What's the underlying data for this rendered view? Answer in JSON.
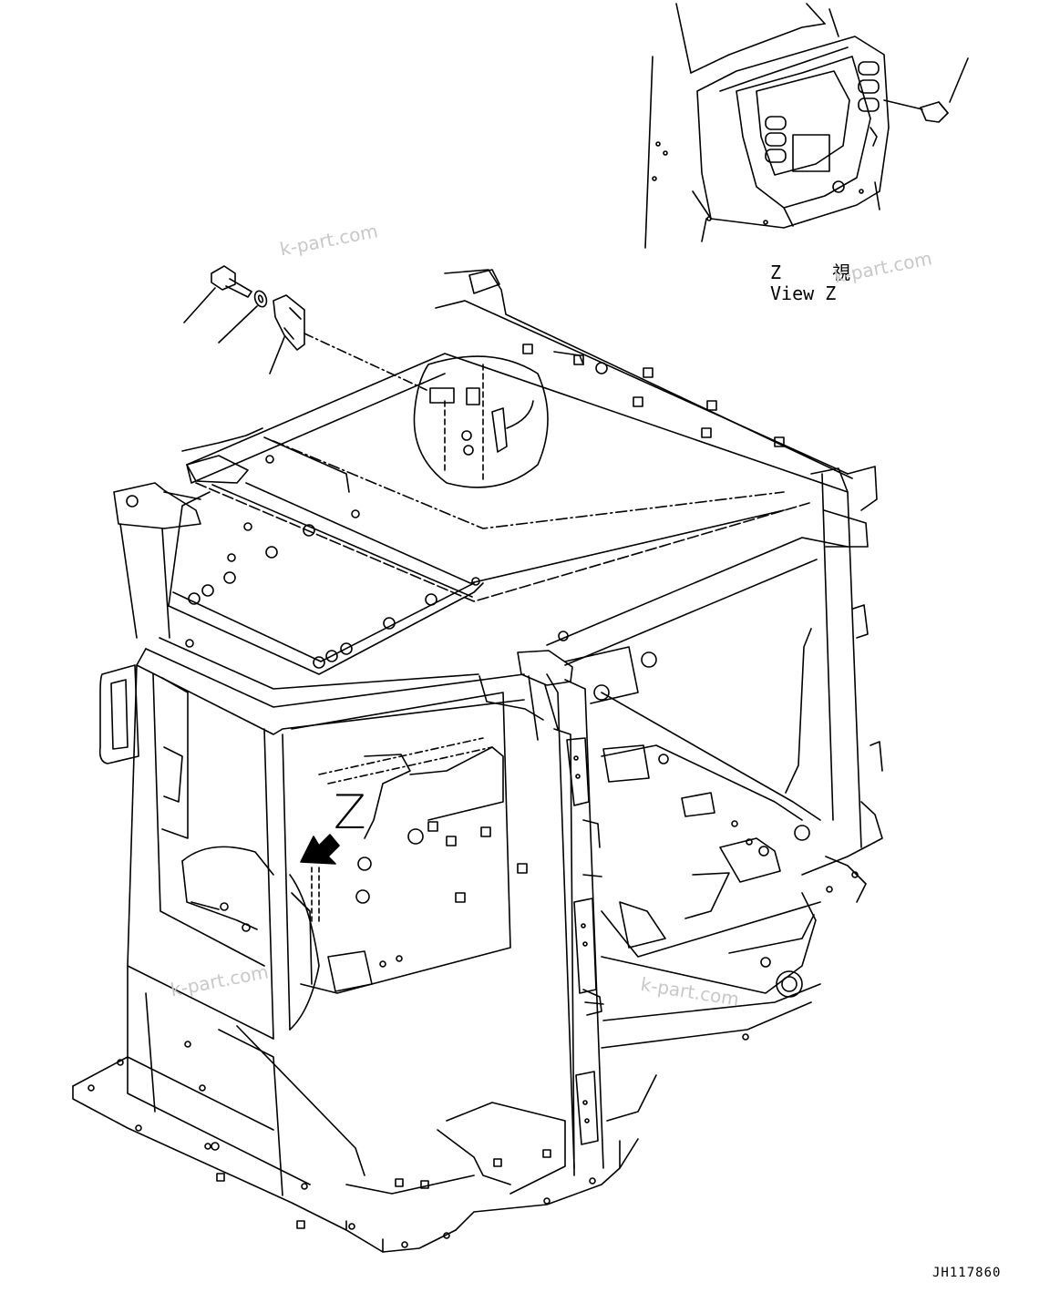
{
  "drawing": {
    "view_label_jp": "Z 視",
    "view_label_en": "View Z",
    "view_letter": "Z",
    "drawing_number": "JH117860"
  },
  "watermark": {
    "text": "k-part.com"
  },
  "colors": {
    "line": "#000000",
    "watermark": "#c8c8c8",
    "background": "#ffffff"
  },
  "icons": {
    "view_arrow": "arrow-icon",
    "bolt": "bolt-icon",
    "washer": "washer-icon",
    "clip": "clip-icon",
    "switch": "switch-icon"
  }
}
